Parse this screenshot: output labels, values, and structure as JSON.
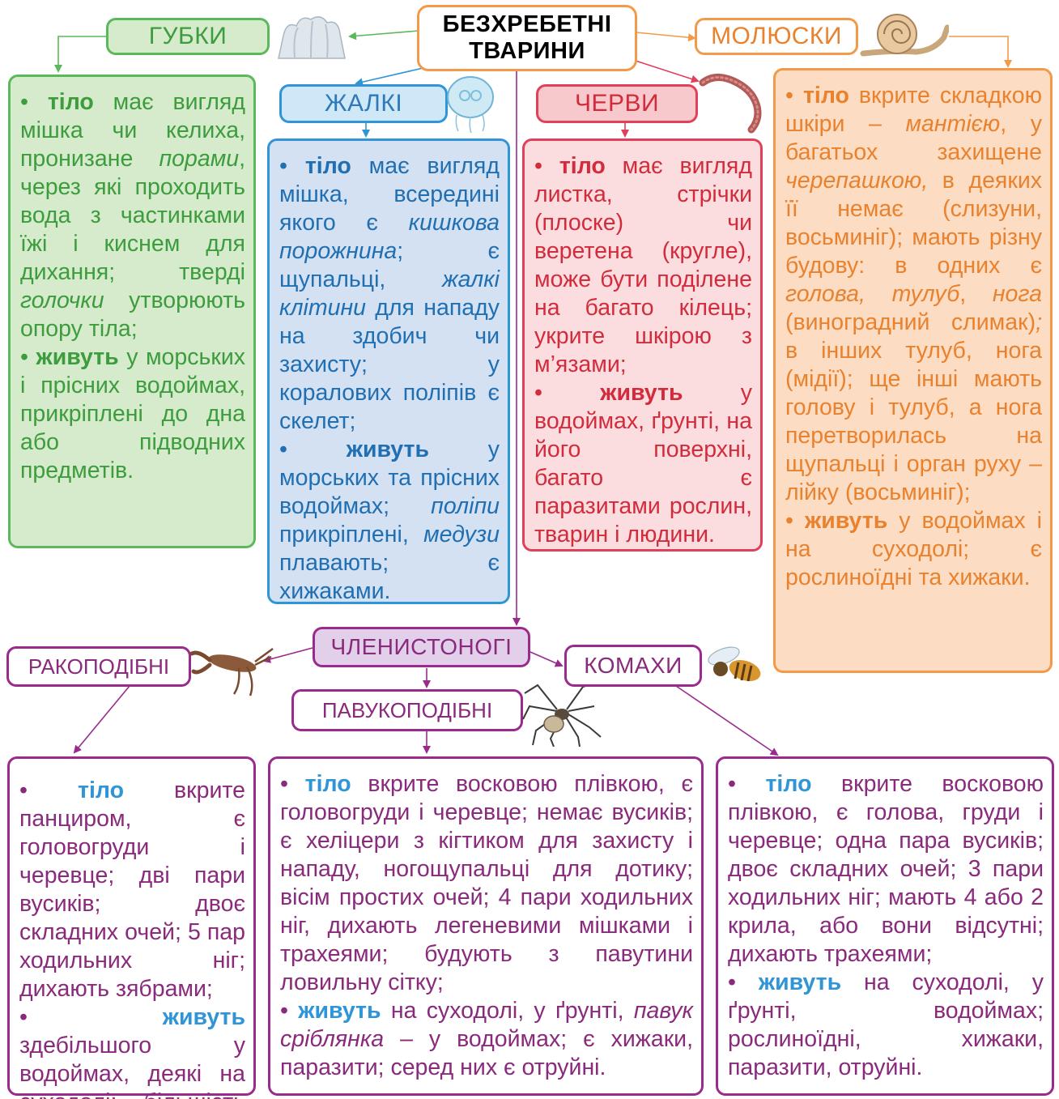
{
  "title": {
    "line1": "БЕЗХРЕБЕТНІ",
    "line2": "ТВАРИНИ"
  },
  "colors": {
    "green": "#5cb85c",
    "blue": "#2f95d6",
    "red": "#e0405a",
    "orange": "#f39a4a",
    "purple": "#9a2a8c"
  },
  "icons": [
    "sponge-icon",
    "jellyfish-icon",
    "worm-icon",
    "snail-icon",
    "crayfish-icon",
    "spider-icon",
    "bee-icon"
  ],
  "groups": {
    "sponges": {
      "label": "ГУБКИ",
      "p1": [
        {
          "t": "• "
        },
        {
          "t": "тіло",
          "b": true
        },
        {
          "t": "  має  ви­гляд мішка чи ке­лиха, пронизане "
        },
        {
          "t": "порами",
          "i": true
        },
        {
          "t": ", через які проходить вода з частинками їжі і киснем для ди­хання; тверді "
        },
        {
          "t": "го­лочки",
          "i": true
        },
        {
          "t": " утворюють опору тіла;"
        }
      ],
      "p2": [
        {
          "t": "• "
        },
        {
          "t": "живуть",
          "b": true
        },
        {
          "t": " у мор­ських і прісних водоймах, при­кріплені до дна або підводних предметів."
        }
      ]
    },
    "cnidarians": {
      "label": "ЖАЛКІ",
      "p1": [
        {
          "t": "• "
        },
        {
          "t": "тіло",
          "b": true
        },
        {
          "t": " має вигляд мішка, всередині якого є "
        },
        {
          "t": "кишкова порожнина",
          "i": true
        },
        {
          "t": "; є щупальці, "
        },
        {
          "t": "жалкі клітини",
          "i": true
        },
        {
          "t": " для на­паду на здобич чи захисту; у ко­ралових поліпів є скелет;"
        }
      ],
      "p2": [
        {
          "t": "• "
        },
        {
          "t": "живуть",
          "b": true
        },
        {
          "t": " у мор­ських та прісних водоймах; "
        },
        {
          "t": "поліпи",
          "i": true
        },
        {
          "t": " прикріплені, "
        },
        {
          "t": "ме­дузи",
          "i": true
        },
        {
          "t": " плавають; є хижаками."
        }
      ]
    },
    "worms": {
      "label": "ЧЕРВИ",
      "p1": [
        {
          "t": "• "
        },
        {
          "t": "тіло",
          "b": true
        },
        {
          "t": " має вигляд листка, стрічки (плоске) чи ве­ретена (кругле), може бути поді­лене на багато кі­лець; укрите шкі­рою з м’язами;"
        }
      ],
      "p2": [
        {
          "t": "• "
        },
        {
          "t": "живуть",
          "b": true
        },
        {
          "t": " у водой­мах, ґрунті, на його поверхні, ба­гато є паразитами рослин, тварин і людини."
        }
      ]
    },
    "molluscs": {
      "label": "МОЛЮСКИ",
      "p1": [
        {
          "t": "• "
        },
        {
          "t": "тіло",
          "b": true
        },
        {
          "t": " вкрите склад­кою шкіри – "
        },
        {
          "t": "ман­тією",
          "i": true
        },
        {
          "t": ", у багатьох захищене "
        },
        {
          "t": "черепаш­кою,",
          "i": true
        },
        {
          "t": " в деяких її не­має (слизуни, вось­миніг); мають різну будову: в одних є "
        },
        {
          "t": "голова, тулуб",
          "i": true
        },
        {
          "t": ", "
        },
        {
          "t": "нога",
          "i": true
        },
        {
          "t": " (виноградний сли­мак)"
        },
        {
          "t": ";",
          "i": true
        },
        {
          "t": " в інших тулуб, нога (мідії); ще інші мають голову і ту­луб, а нога перетво­рилась на щупальці і орган руху – лійку (восьминіг);"
        }
      ],
      "p2": [
        {
          "t": "• "
        },
        {
          "t": "живуть",
          "b": true
        },
        {
          "t": " у водой­мах і на суходолі; є рослиноїдні та хижаки."
        }
      ]
    },
    "arthropods": {
      "label": "ЧЛЕНИСТОНОГІ"
    },
    "crustaceans": {
      "label": "РАКОПОДІБНІ",
      "p1": [
        {
          "t": "• "
        },
        {
          "t": "тіло",
          "b": true
        },
        {
          "t": " вкрите пан­циром, є голово­груди і черевце; дві пари вусиків; двоє складних очей; 5 пар ходильних ніг; дихають зябрами;"
        }
      ],
      "p2": [
        {
          "t": "• "
        },
        {
          "t": "живуть",
          "b": true
        },
        {
          "t": " здебіль­шого у водоймах, деякі на суходолі; більшість всеїдні."
        }
      ]
    },
    "arachnids": {
      "label": "ПАВУКОПОДІБНІ",
      "p1": [
        {
          "t": "• "
        },
        {
          "t": "тіло",
          "b": true
        },
        {
          "t": " вкрите восковою плівкою, є головогруди і черевце; немає вусиків; є хеліцери з кігтиком для захисту і нападу, ногощупальці для дотику; вісім простих очей; 4 пари ходильних ніг, дихають ле­геневими мішками і трахеями; бу­дують з павутини ловильну сітку;"
        }
      ],
      "p2": [
        {
          "t": "• "
        },
        {
          "t": "живуть",
          "b": true
        },
        {
          "t": " на суходолі, у ґрунті, "
        },
        {
          "t": "павук сріблянка",
          "i": true
        },
        {
          "t": " – у водоймах; є хижаки, паразити; серед них є отруйні."
        }
      ]
    },
    "insects": {
      "label": "КОМАХИ",
      "p1": [
        {
          "t": "• "
        },
        {
          "t": "тіло",
          "b": true
        },
        {
          "t": " вкрите восковою плівкою, є голова, груди і черевце; одна пара вуси­ків; двоє складних очей; 3 пари ходильних ніг; ма­ють 4 або 2 крила, або вони відсутні; дихають трахеями;"
        }
      ],
      "p2": [
        {
          "t": "• "
        },
        {
          "t": "живуть",
          "b": true
        },
        {
          "t": " на суходолі, у ґрунті, водоймах; росли­ноїдні, хижаки, паразити, отруйні."
        }
      ]
    }
  }
}
